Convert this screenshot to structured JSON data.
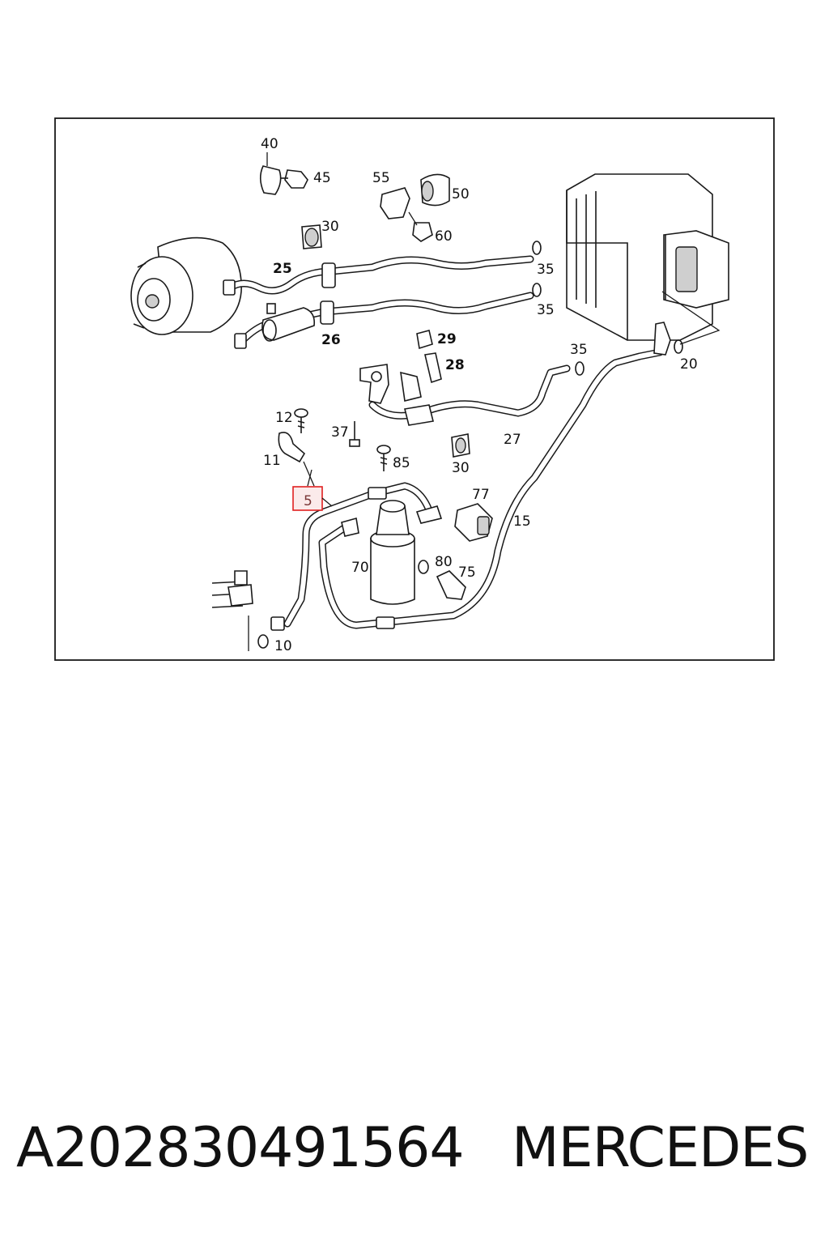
{
  "labels": {
    "p40": "40",
    "p45": "45",
    "p55": "55",
    "p50": "50",
    "p30a": "30",
    "p60": "60",
    "p25": "25",
    "p35a": "35",
    "p35b": "35",
    "p26": "26",
    "p29": "29",
    "p28": "28",
    "p35c": "35",
    "p20": "20",
    "p12": "12",
    "p37": "37",
    "p11": "11",
    "p85": "85",
    "p27": "27",
    "p30b": "30",
    "p5": "5",
    "p77": "77",
    "p15": "15",
    "p70": "70",
    "p80": "80",
    "p75": "75",
    "p10": "10"
  },
  "highlight": {
    "part": "5",
    "color": "#e02020"
  },
  "footer": {
    "part_number": "A202830491564",
    "brand": "MERCEDES"
  }
}
